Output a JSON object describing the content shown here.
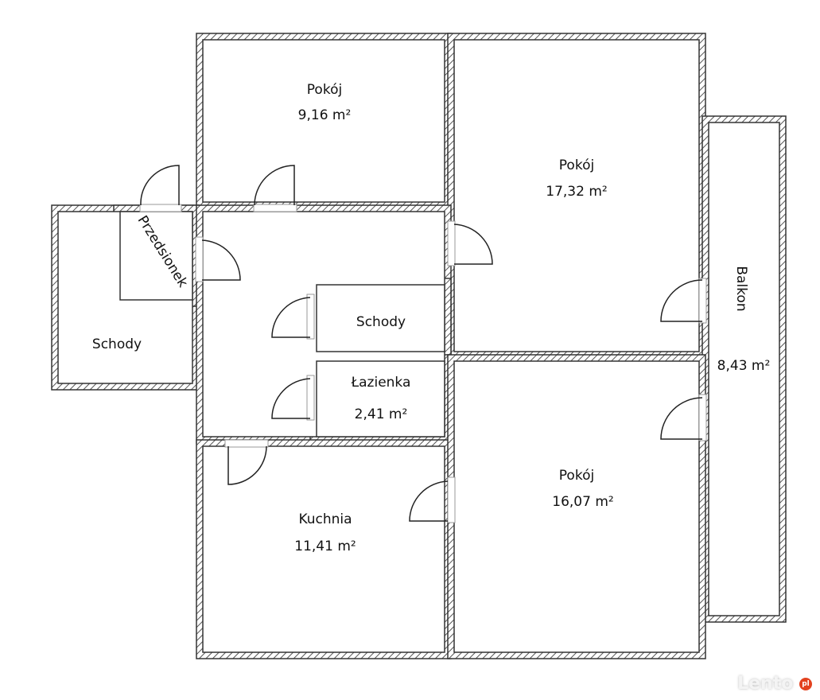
{
  "rooms": {
    "pokoj1": {
      "name": "Pokój",
      "area": "9,16 m²"
    },
    "pokoj2": {
      "name": "Pokój",
      "area": "17,32 m²"
    },
    "pokoj3": {
      "name": "Pokój",
      "area": "16,07 m²"
    },
    "balkon": {
      "name": "Balkon",
      "area": "8,43 m²"
    },
    "schody_left": {
      "name": "Schody"
    },
    "schody_small": {
      "name": "Schody"
    },
    "przedsionek": {
      "name": "Przedsionek"
    },
    "lazienka": {
      "name": "Łazienka",
      "area": "2,41 m²"
    },
    "kuchnia": {
      "name": "Kuchnia",
      "area": "11,41 m²"
    }
  },
  "logo": {
    "text": "Lento",
    "suffix": "pl"
  },
  "colors": {
    "wall": "#333333",
    "hatch": "#666666"
  }
}
